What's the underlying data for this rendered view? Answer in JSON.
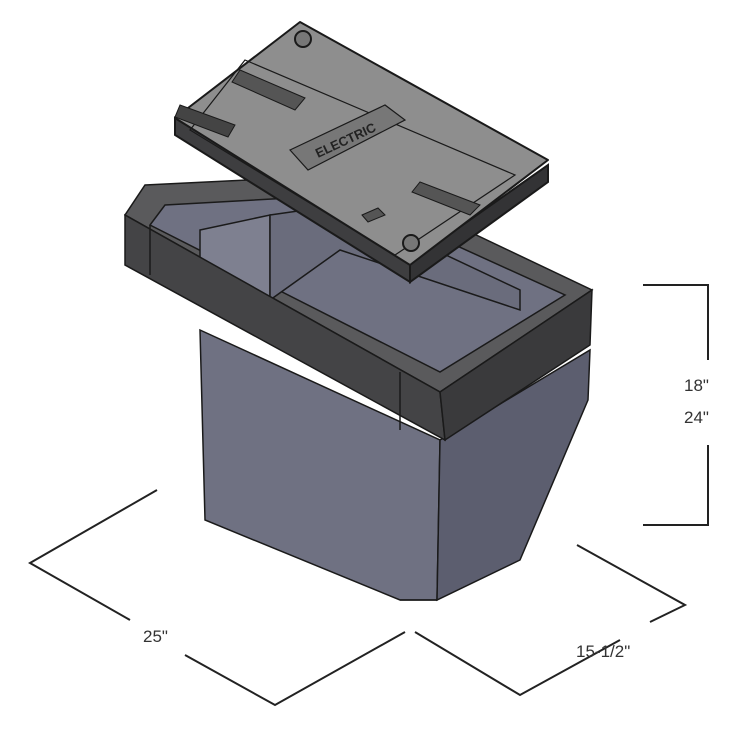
{
  "product": {
    "lid_marking": "ELECTRIC",
    "colors": {
      "lid": "#8a8a8a",
      "lid_edge": "#3c3c3c",
      "rim": "#4a4a4c",
      "body_front": "#6e7080",
      "body_side": "#5f6172",
      "line": "#1a1a1a"
    }
  },
  "dimensions": {
    "height_1": "18\"",
    "height_2": "24\"",
    "length": "25\"",
    "width": "15-1/2\""
  }
}
